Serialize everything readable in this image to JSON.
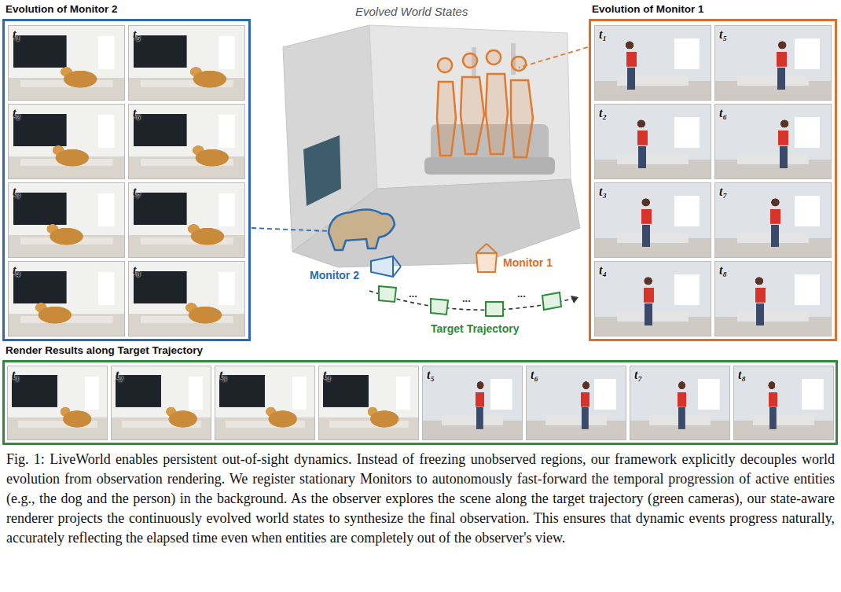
{
  "diagram": {
    "caption": "Fig. 1: LiveWorld enables persistent out-of-sight dynamics. Instead of freezing unobserved regions, our framework explicitly decouples world evolution from observation rendering. We register stationary Monitors to autonomously fast-forward the temporal progression of active entities (e.g., the dog and the person) in the background. As the observer explores the scene along the target trajectory (green cameras), our state-aware renderer projects the continuously evolved world states to synthesize the final observation. This ensures that dynamic events progress naturally, accurately reflecting the elapsed time even when entities are completely out of the observer's view.",
    "nodes": [
      {
        "text": [
          "Evolution of Monitor 2"
        ]
      },
      {
        "text": [
          "t₁"
        ],
        "in": 0
      },
      {
        "text": [
          "t₂"
        ],
        "in": 0
      },
      {
        "text": [
          "t₃"
        ],
        "in": 0
      },
      {
        "text": [
          "t₄"
        ],
        "in": 0
      },
      {
        "text": [
          "t₅"
        ],
        "in": 0
      },
      {
        "text": [
          "t₆"
        ],
        "in": 0
      },
      {
        "text": [
          "t₇"
        ],
        "in": 0
      },
      {
        "text": [
          "t₈"
        ],
        "in": 0
      },
      {
        "text": [
          "Evolution of Monitor 1"
        ]
      },
      {
        "text": [
          "t₁"
        ],
        "in": 9
      },
      {
        "text": [
          "t₂"
        ],
        "in": 9
      },
      {
        "text": [
          "t₃"
        ],
        "in": 9
      },
      {
        "text": [
          "t₄"
        ],
        "in": 9
      },
      {
        "text": [
          "t₅"
        ],
        "in": 9
      },
      {
        "text": [
          "t₆"
        ],
        "in": 9
      },
      {
        "text": [
          "t₇"
        ],
        "in": 9
      },
      {
        "text": [
          "t₈"
        ],
        "in": 9
      },
      {
        "text": [
          "Render Results along Target Trajectory"
        ]
      },
      {
        "text": [
          "t₁"
        ],
        "in": 18
      },
      {
        "text": [
          "t₂"
        ],
        "in": 18
      },
      {
        "text": [
          "t₃"
        ],
        "in": 18
      },
      {
        "text": [
          "t₄"
        ],
        "in": 18
      },
      {
        "text": [
          "t₅"
        ],
        "in": 18
      },
      {
        "text": [
          "t₆"
        ],
        "in": 18
      },
      {
        "text": [
          "t₇"
        ],
        "in": 18
      },
      {
        "text": [
          "t₈"
        ],
        "in": 18
      }
    ],
    "labels": [
      "Evolved World States",
      "Monitor 2",
      "Monitor 1",
      "Target Trajectory",
      "...",
      "...",
      "..."
    ]
  }
}
